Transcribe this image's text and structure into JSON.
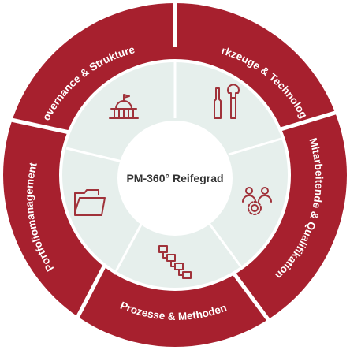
{
  "center": {
    "title": "PM-360° Reifegrad"
  },
  "segments": [
    {
      "label": "Governance & Strukturen",
      "icon": "government-building-icon"
    },
    {
      "label": "Werkzeuge & Technologien",
      "icon": "screwdriver-wrench-icon"
    },
    {
      "label": "Mitarbeitende & Qualifikation",
      "icon": "team-gear-icon"
    },
    {
      "label": "Prozesse & Methoden",
      "icon": "process-flow-icon"
    },
    {
      "label": "Portfoliomanagement",
      "icon": "folder-icon"
    }
  ],
  "colors": {
    "ring": "#a7202e",
    "inner": "#e6efec",
    "inner_divider": "#ffffff",
    "center": "#ffffff",
    "icon": "#a0323a",
    "label_text": "#ffffff",
    "center_text": "#333333"
  }
}
